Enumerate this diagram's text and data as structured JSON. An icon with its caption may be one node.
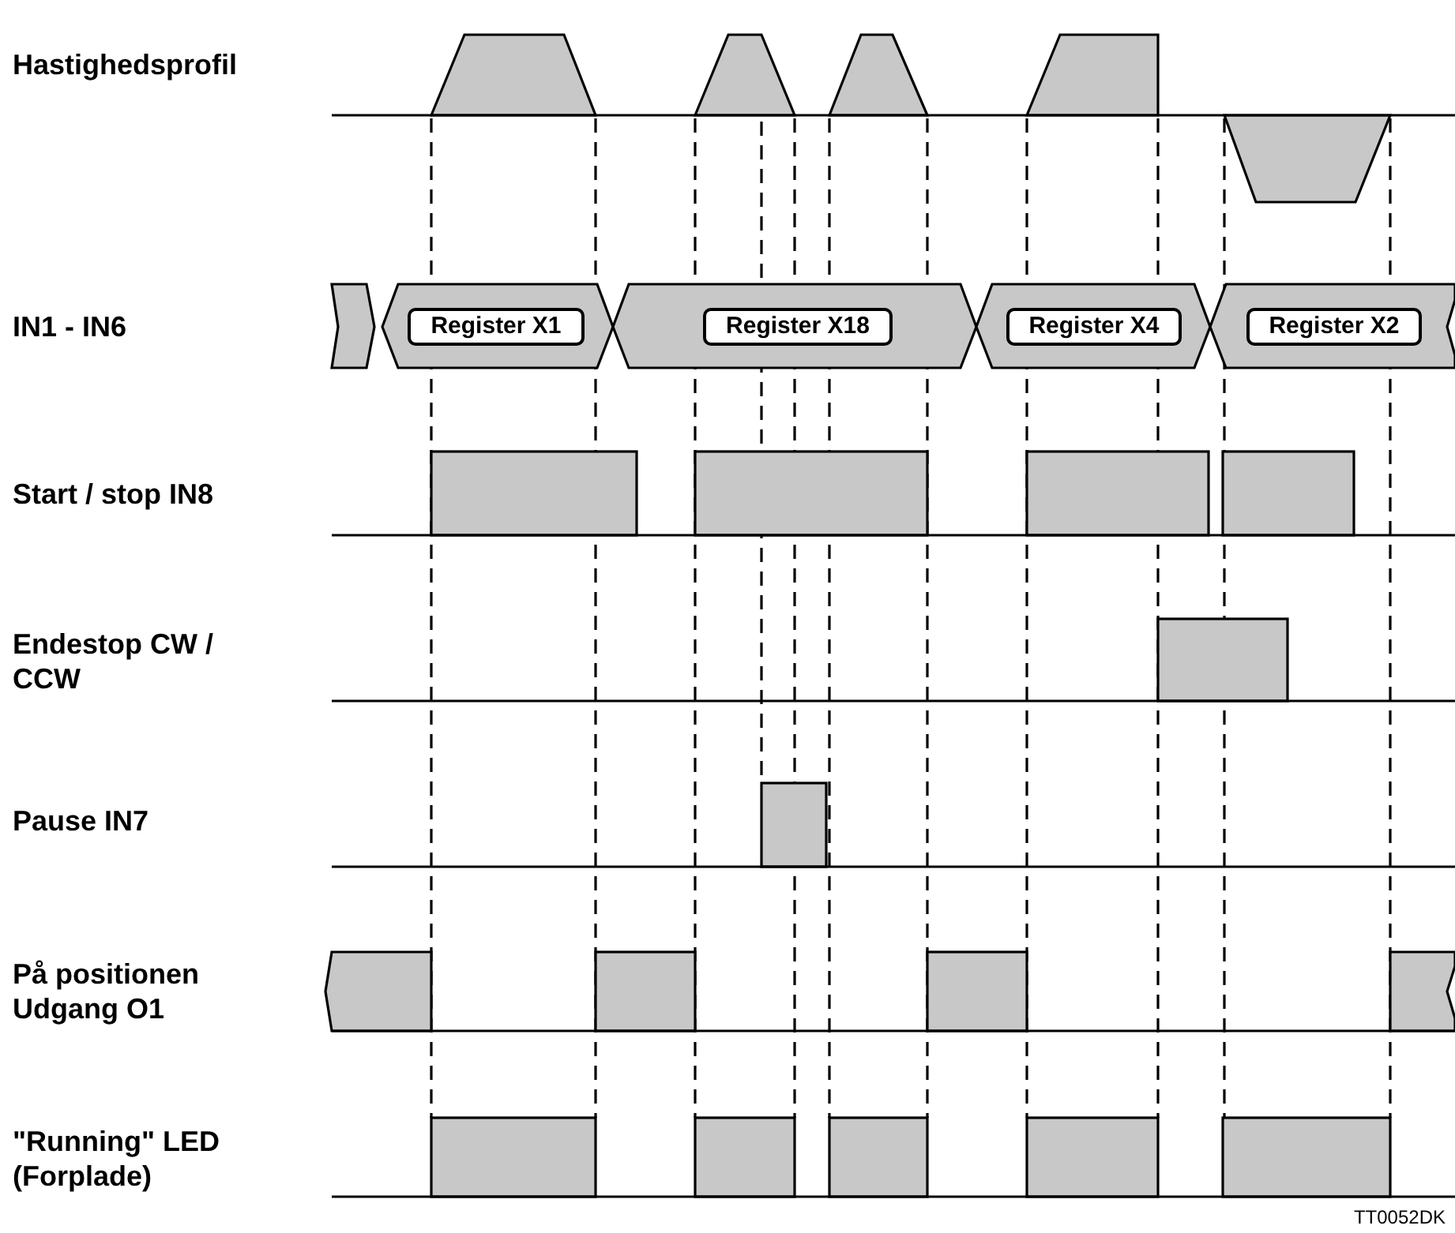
{
  "diagram": {
    "nodes": [
      {
        "text": [
          "Register X1"
        ]
      },
      {
        "text": [
          "Register X18"
        ]
      },
      {
        "text": [
          "Register X4"
        ]
      },
      {
        "text": [
          "Register X2"
        ]
      }
    ],
    "labels": [
      "Hastighedsprofil",
      "IN1 - IN6",
      "Start / stop IN8",
      "Endestop CW / CCW",
      "Pause IN7",
      "På positionen Udgang O1",
      "\"Running\" LED (Forplade)",
      "TT0052DK"
    ]
  }
}
